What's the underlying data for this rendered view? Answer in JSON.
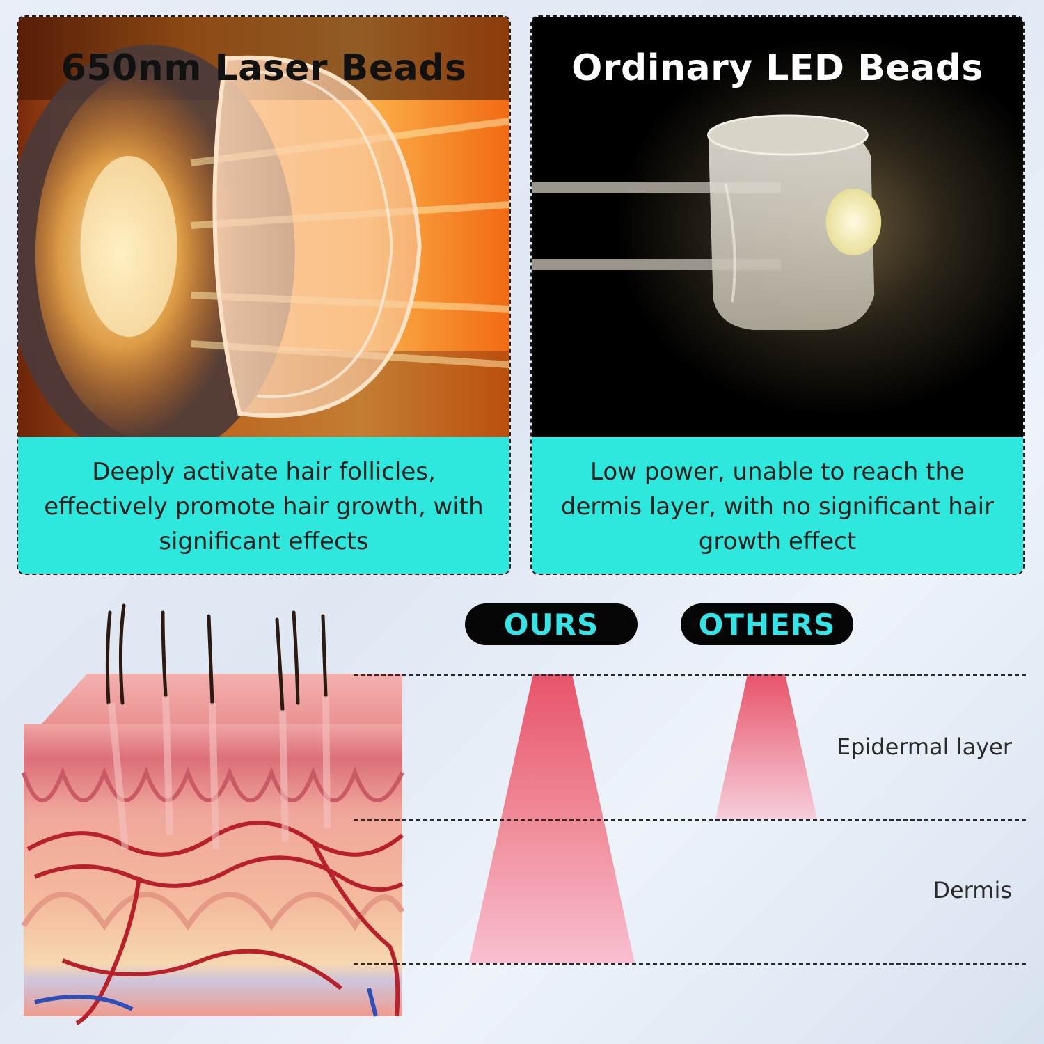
{
  "panels": {
    "laser": {
      "title": "650nm Laser Beads",
      "caption": "Deeply activate hair follicles, effectively promote hair growth, with significant effects"
    },
    "led": {
      "title": "Ordinary LED Beads",
      "caption": "Low power, unable to reach the dermis layer, with no significant hair growth effect"
    }
  },
  "comparison": {
    "ours_label": "OURS",
    "others_label": "OTHERS",
    "layers": {
      "epidermal": "Epidermal layer",
      "dermis": "Dermis"
    }
  },
  "colors": {
    "caption_bg": "#2ee8dd",
    "pill_text": "#34e4e6",
    "beam": "#e8546a"
  }
}
